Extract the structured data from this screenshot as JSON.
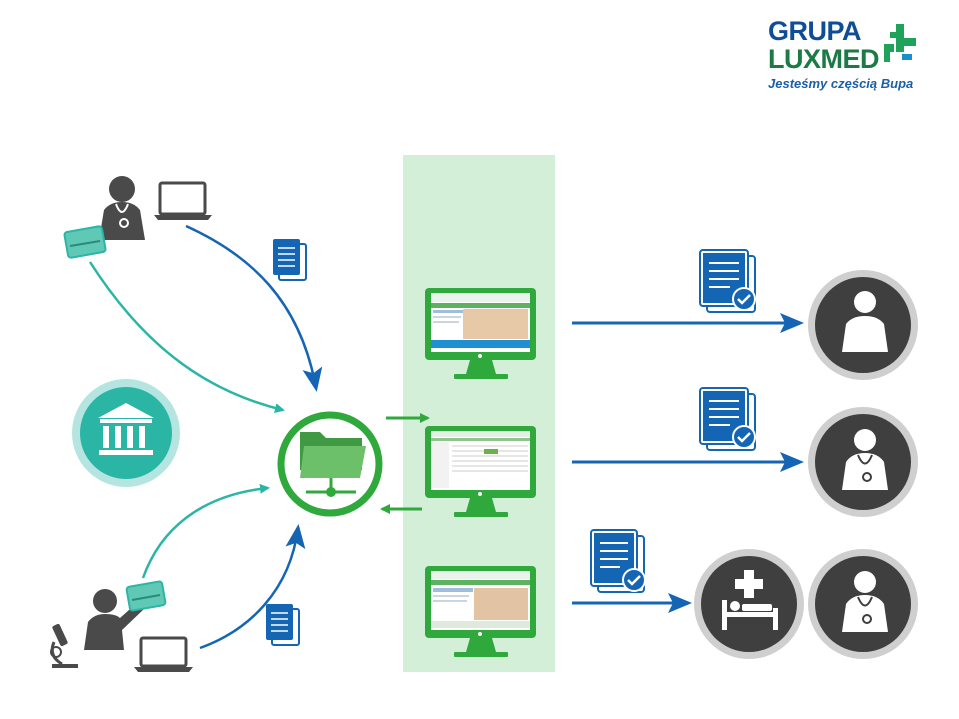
{
  "logo": {
    "line1": "GRUPA",
    "line2": "LUXMED",
    "tagline": "Jesteśmy częścią Bupa"
  },
  "colors": {
    "brand_blue": "#0f4e96",
    "brand_green": "#1c7a44",
    "hub_green": "#2fa83c",
    "arrow_blue": "#1565b5",
    "arrow_teal": "#2bb5a5",
    "panel_green": "#d3efd8",
    "person_grey": "#4a4a4a",
    "circle_dark": "#3f3f3f"
  },
  "icons": [
    "doctor-icon",
    "laptop-icon",
    "id-card-icon",
    "documents-icon",
    "institution-icon",
    "folder-network-icon",
    "lab-technician-icon",
    "microscope-icon",
    "monitor-icon",
    "documents-check-icon",
    "patient-icon",
    "hospital-bed-icon"
  ]
}
